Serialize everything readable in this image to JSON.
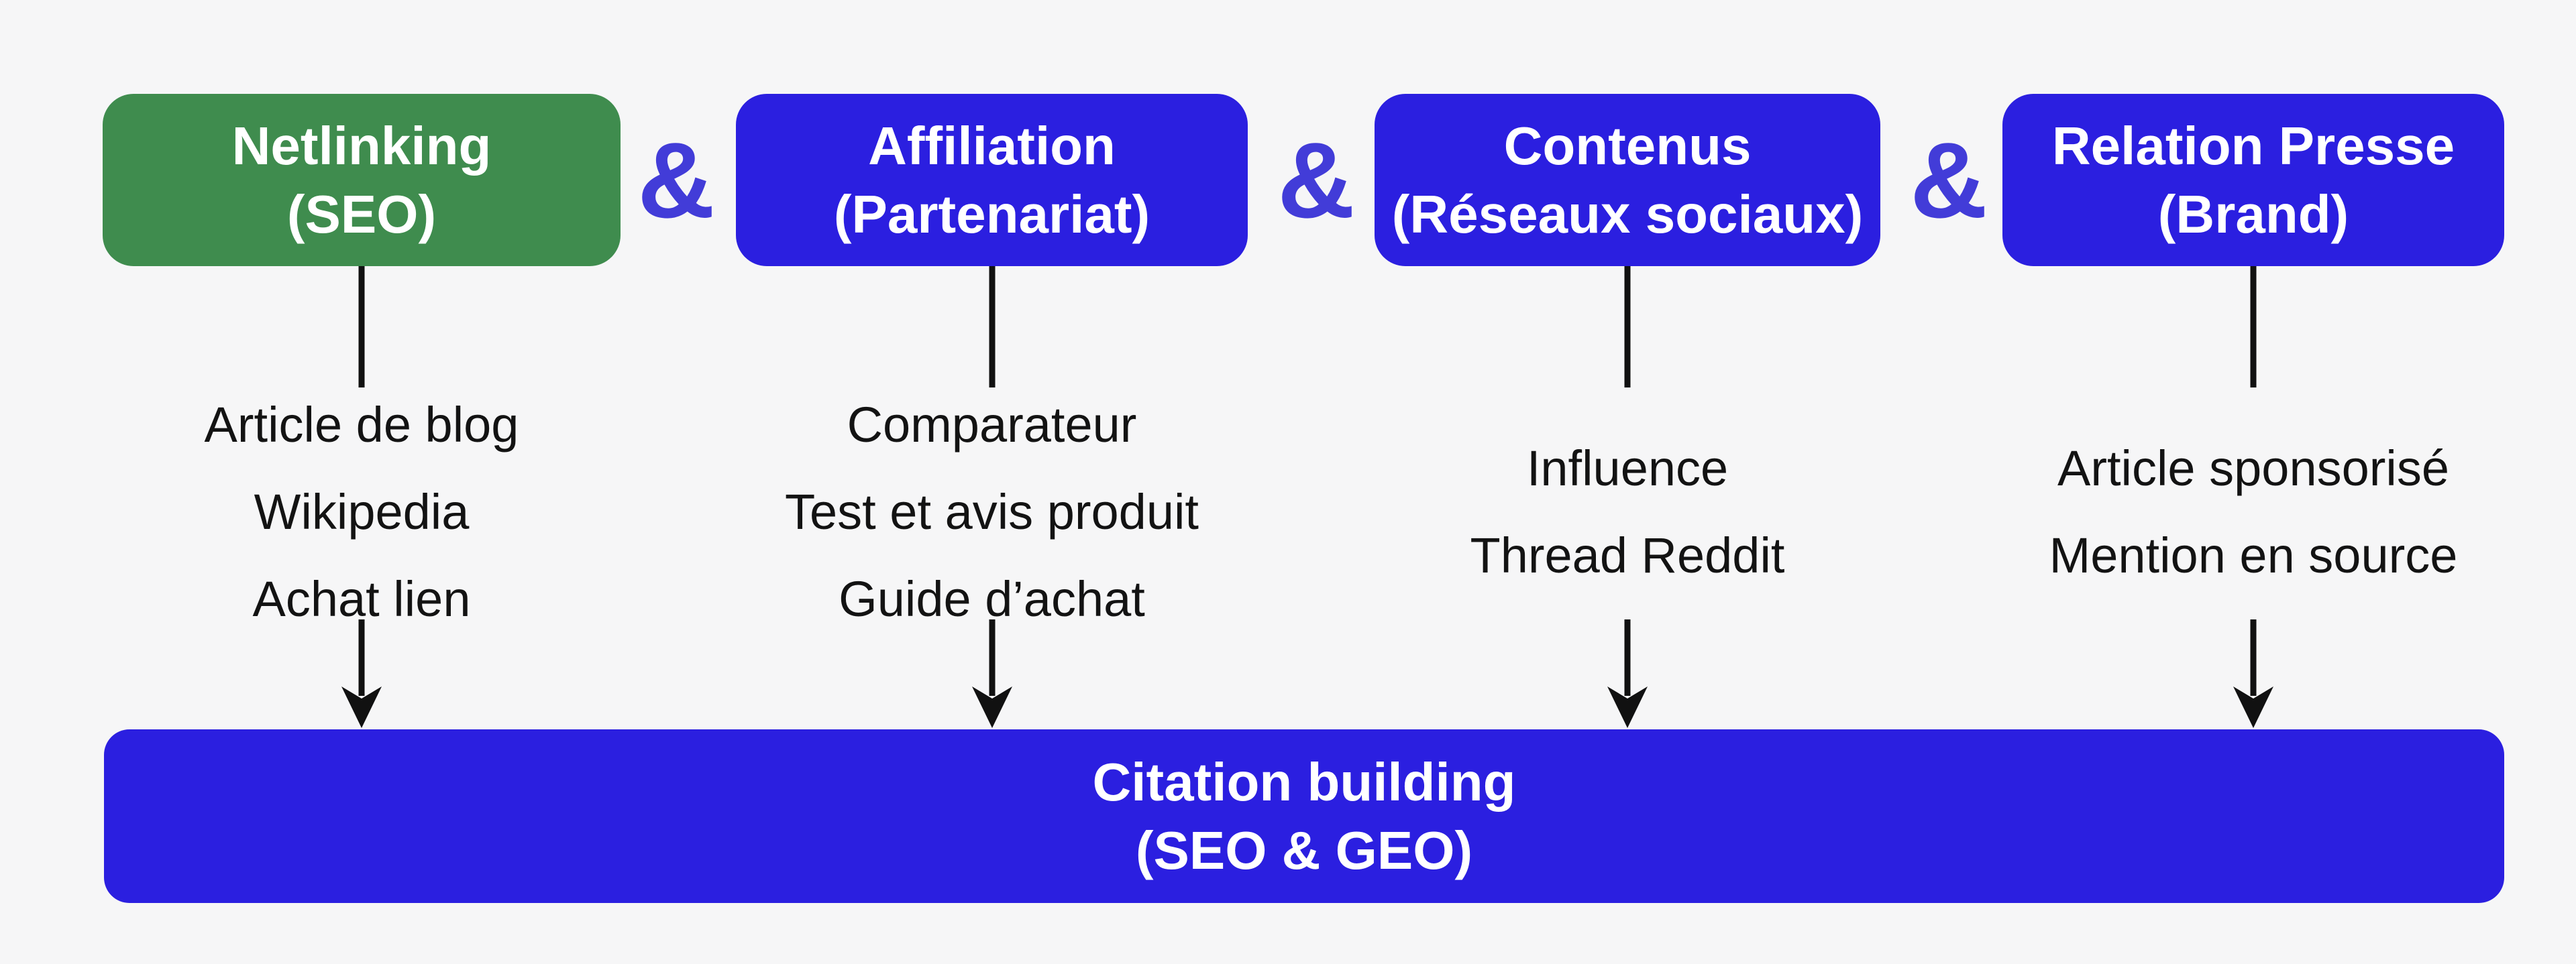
{
  "canvas": {
    "background": "#f6f6f7"
  },
  "diagram": {
    "columns": [
      {
        "header": {
          "line1": "Netlinking",
          "line2": "(SEO)",
          "color": "#3F8C4E"
        },
        "items": [
          "Article de blog",
          "Wikipedia",
          "Achat lien"
        ]
      },
      {
        "header": {
          "line1": "Affiliation",
          "line2": "(Partenariat)",
          "color": "#2B1FE0"
        },
        "items": [
          "Comparateur",
          "Test et avis produit",
          "Guide d’achat"
        ]
      },
      {
        "header": {
          "line1": "Contenus",
          "line2": "(Réseaux sociaux)",
          "color": "#2B1FE0"
        },
        "items": [
          "Influence",
          "Thread Reddit"
        ]
      },
      {
        "header": {
          "line1": "Relation Presse",
          "line2": "(Brand)",
          "color": "#2B1FE0"
        },
        "items": [
          "Article sponsorisé",
          "Mention en source"
        ]
      }
    ],
    "separators": {
      "amp": "&",
      "color": "#423CD8"
    },
    "footer": {
      "line1": "Citation building",
      "line2": "(SEO & GEO)",
      "color": "#2B1FE0"
    },
    "line_color": "#111111",
    "text_color": "#131313"
  }
}
